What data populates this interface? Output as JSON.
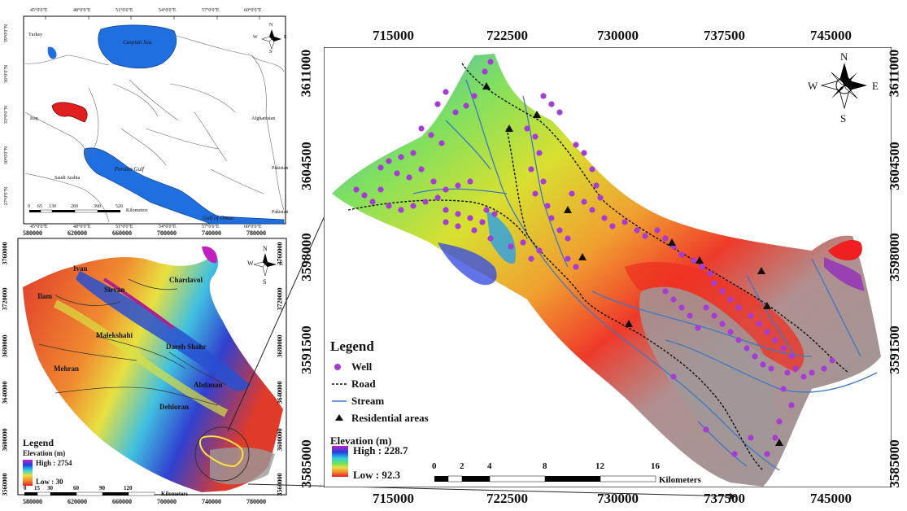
{
  "inset_top": {
    "top_ticks": [
      "45°0'0\"E",
      "48°0'0\"E",
      "51°0'0\"E",
      "54°0'0\"E",
      "57°0'0\"E",
      "60°0'0\"E"
    ],
    "bottom_ticks": [
      "45°0'0\"E",
      "48°0'0\"E",
      "51°0'0\"E",
      "54°0'0\"E",
      "57°0'0\"E",
      "60°0'0\"E"
    ],
    "left_ticks": [
      "39°0'0\"N",
      "36°0'0\"N",
      "33°0'0\"N",
      "30°0'0\"N",
      "27°0'0\"N"
    ],
    "labels": {
      "turkey": "Turkey",
      "caspian": "Caspian Sea",
      "iraq": "Iraq",
      "afghanistan": "Afghanistan",
      "pakistan1": "Pakistan",
      "pakistan2": "Pakistan",
      "saudi": "Saudi Arabia",
      "persian_gulf": "Persion Gulf",
      "gulf_oman": "Gulf of Oman"
    },
    "scale": [
      "0",
      "65",
      "130",
      "260",
      "390",
      "520"
    ],
    "scale_unit": "Kilometers"
  },
  "inset_mid": {
    "top_ticks": [
      "580000",
      "620000",
      "660000",
      "700000",
      "740000",
      "780000"
    ],
    "bottom_ticks": [
      "580000",
      "620000",
      "660000",
      "700000",
      "740000",
      "780000"
    ],
    "left_ticks": [
      "3760000",
      "3720000",
      "3680000",
      "3640000",
      "3600000",
      "3560000"
    ],
    "right_ticks": [
      "3760000",
      "3720000",
      "3680000",
      "3640000",
      "3600000",
      "3560000"
    ],
    "places": {
      "ivan": "Ivan",
      "sirvan": "Sirvan",
      "chardavol": "Chardavol",
      "ilam": "Ilam",
      "malekshahi": "Malekshahi",
      "darehshahr": "Dareh Shahr",
      "mehran": "Mehran",
      "abdanan": "Abdanan",
      "dehloran": "Dehloran"
    },
    "legend_title": "Legend",
    "elevation_label": "Elevation (m)",
    "high": "High : 2754",
    "low": "Low : 30",
    "scale": [
      "0",
      "15",
      "30",
      "60",
      "90",
      "120"
    ],
    "scale_unit": "Kilometers"
  },
  "main": {
    "top_ticks": [
      "715000",
      "722500",
      "730000",
      "737500",
      "745000"
    ],
    "bottom_ticks": [
      "715000",
      "722500",
      "730000",
      "737500",
      "745000"
    ],
    "left_ticks": [
      "3611000",
      "3604500",
      "3598000",
      "3591500",
      "3585000"
    ],
    "right_ticks": [
      "3611000",
      "3604500",
      "3598000",
      "3591500",
      "3585000"
    ],
    "legend": {
      "title": "Legend",
      "well": "Well",
      "road": "Road",
      "stream": "Stream",
      "residential": "Residential areas",
      "elevation_label": "Elevation (m)",
      "high": "High : 228.7",
      "low": "Low : 92.3"
    },
    "scale": [
      "0",
      "2",
      "4",
      "8",
      "12",
      "16"
    ],
    "scale_unit": "Kilometers",
    "compass": {
      "n": "N",
      "s": "S",
      "e": "E",
      "w": "W"
    }
  },
  "inset_compass": {
    "n": "N",
    "s": "S",
    "e": "E",
    "w": "W"
  },
  "colors": {
    "water": "#1f6fe0",
    "study_area_red": "#e02020",
    "well": "#a63bd6",
    "stream": "#3c78c8"
  }
}
